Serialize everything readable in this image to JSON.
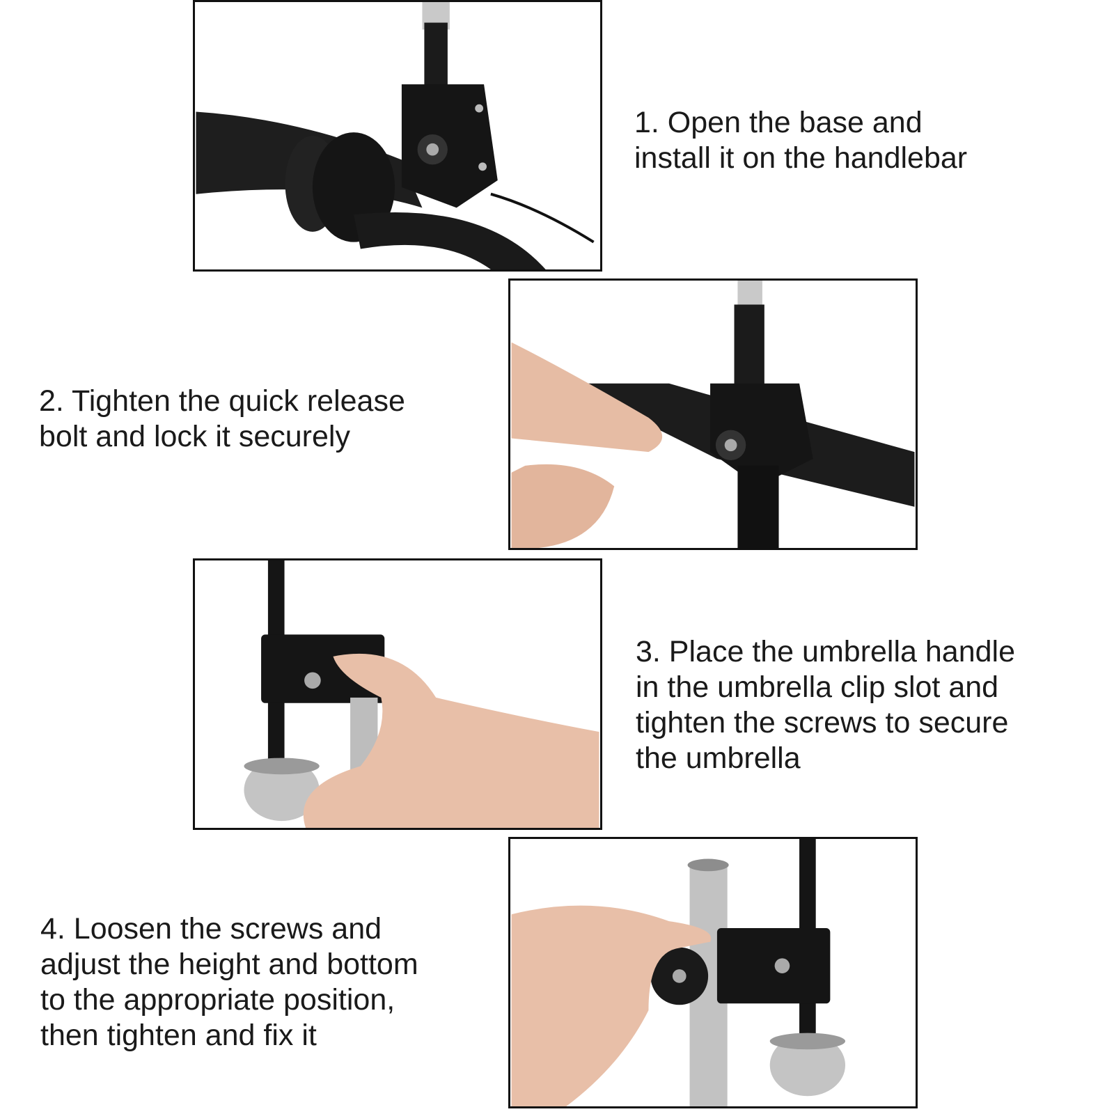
{
  "steps": [
    {
      "number": "1.",
      "lines": [
        "1. Open the base and",
        "install it on the handlebar"
      ]
    },
    {
      "number": "2.",
      "lines": [
        "2. Tighten the quick release",
        "bolt and lock it securely"
      ]
    },
    {
      "number": "3.",
      "lines": [
        "3. Place the umbrella handle",
        "in the umbrella clip slot and",
        "tighten the screws to secure",
        "the umbrella"
      ]
    },
    {
      "number": "4.",
      "lines": [
        "4. Loosen the screws and",
        "adjust the height and bottom",
        "to the appropriate position,",
        "then tighten and fix it"
      ]
    }
  ],
  "colors": {
    "border": "#111111",
    "clamp": "#151515",
    "chrome": "#b8b8b8",
    "skin": "#e8bfa8"
  }
}
